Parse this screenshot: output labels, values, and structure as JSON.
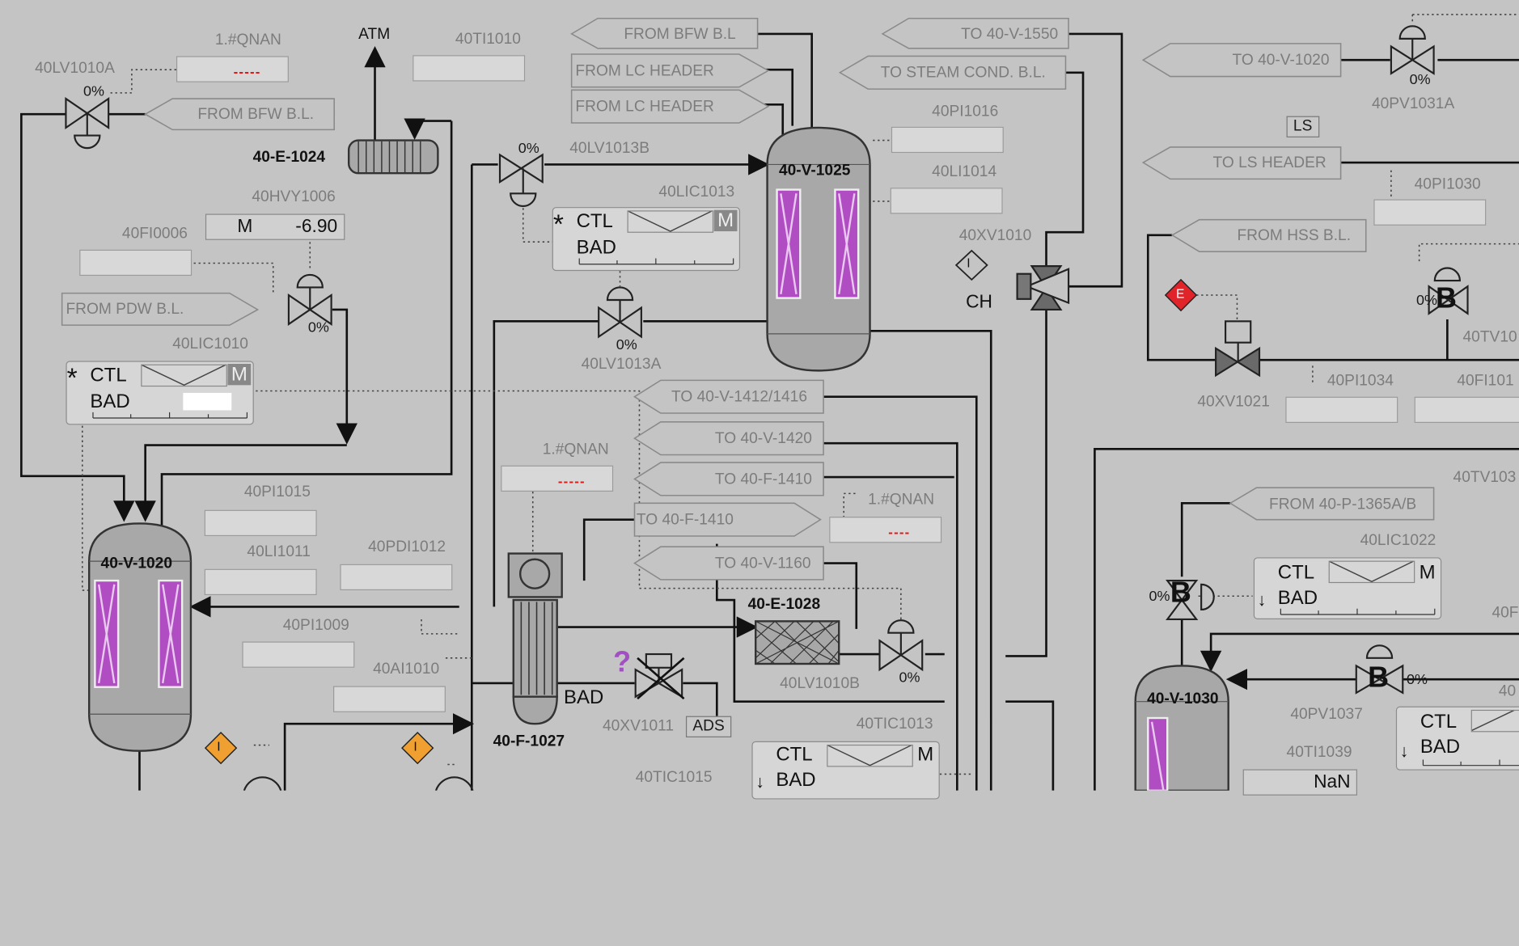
{
  "arrows": {
    "from_bfw_1": "FROM BFW B.L.",
    "from_bfw_2": "FROM BFW B.L",
    "from_pdw": "FROM PDW B.L.",
    "from_lc_1": "FROM LC HEADER",
    "from_lc_2": "FROM LC HEADER",
    "to_v1550": "TO 40-V-1550",
    "to_steam": "TO STEAM COND. B.L.",
    "to_v1020": "TO 40-V-1020",
    "to_ls": "TO LS HEADER",
    "from_hss": "FROM HSS B.L.",
    "to_v1412": "TO 40-V-1412/1416",
    "to_v1420": "TO 40-V-1420",
    "to_f1410_a": "TO 40-F-1410",
    "to_f1410_b": "TO 40-F-1410",
    "to_v1160": "TO 40-V-1160",
    "from_p1365": "FROM 40-P-1365A/B"
  },
  "tags": {
    "lv1010a": "40LV1010A",
    "qnan1": "1.#QNAN",
    "atm": "ATM",
    "ti1010": "40TI1010",
    "e1024": "40-E-1024",
    "hvy1006": "40HVY1006",
    "fi0006": "40FI0006",
    "lic1010": "40LIC1010",
    "lv1013b": "40LV1013B",
    "lic1013": "40LIC1013",
    "v1025": "40-V-1025",
    "pi1016": "40PI1016",
    "li1014": "40LI1014",
    "xv1010": "40XV1010",
    "ch": "CH",
    "lv1013a": "40LV1013A",
    "pv1031a": "40PV1031A",
    "ls": "LS",
    "pi1030": "40PI1030",
    "xv1021": "40XV1021",
    "pi1034": "40PI1034",
    "fi101": "40FI101",
    "tv10": "40TV10",
    "tv103": "40TV103",
    "lic1022": "40LIC1022",
    "pf": "40F",
    "pi1015": "40PI1015",
    "li1011": "40LI1011",
    "pdi1012": "40PDI1012",
    "v1020": "40-V-1020",
    "pi1009": "40PI1009",
    "ai1010": "40AI1010",
    "qnan2": "1.#QNAN",
    "qnan3": "1.#QNAN",
    "e1028": "40-E-1028",
    "lv1010b": "40LV1010B",
    "f1027": "40-F-1027",
    "xv1011": "40XV1011",
    "ads": "ADS",
    "tic1013": "40TIC1013",
    "tic1015": "40TIC1015",
    "v1030": "40-V-1030",
    "pv1037": "40PV1037",
    "ti1039": "40TI1039",
    "nan": "NaN",
    "p4": "40"
  },
  "values": {
    "qnan_dash": "-----",
    "qnan_dash2": "-----",
    "qnan_dash3": "----",
    "hvy_mode": "M",
    "hvy_value": "-6.90",
    "pct_a": "0%",
    "pct_b": "0%",
    "pct_c": "0%",
    "pct_d": "0%",
    "pct_e": "0%",
    "pct_f": "0%",
    "pct_g": "0%",
    "pct_h": "0%",
    "pct_i": "0%",
    "bad_f1027": "BAD"
  },
  "controllers": {
    "c1": {
      "ctl": "CTL",
      "bad": "BAD",
      "m": "M",
      "star": "*"
    },
    "c2": {
      "ctl": "CTL",
      "bad": "BAD",
      "m": "M",
      "star": "*"
    },
    "c3": {
      "ctl": "CTL",
      "bad": "BAD",
      "m": "M"
    },
    "c4": {
      "ctl": "CTL",
      "bad": "BAD",
      "m": "M"
    },
    "c5": {
      "ctl": "CTL",
      "bad": "BAD"
    }
  },
  "badges": {
    "interlock": "I",
    "emergency": "E",
    "bypass": "B",
    "unknown": "?"
  },
  "colors": {
    "background": "#c4c4c4",
    "line": "#111111",
    "dotted": "#444444",
    "vessel": "#a8a8a8",
    "level": "#b14dc2",
    "emergency": "#e0242a",
    "interlock": "#f0a030",
    "qnan": "#e01818"
  }
}
